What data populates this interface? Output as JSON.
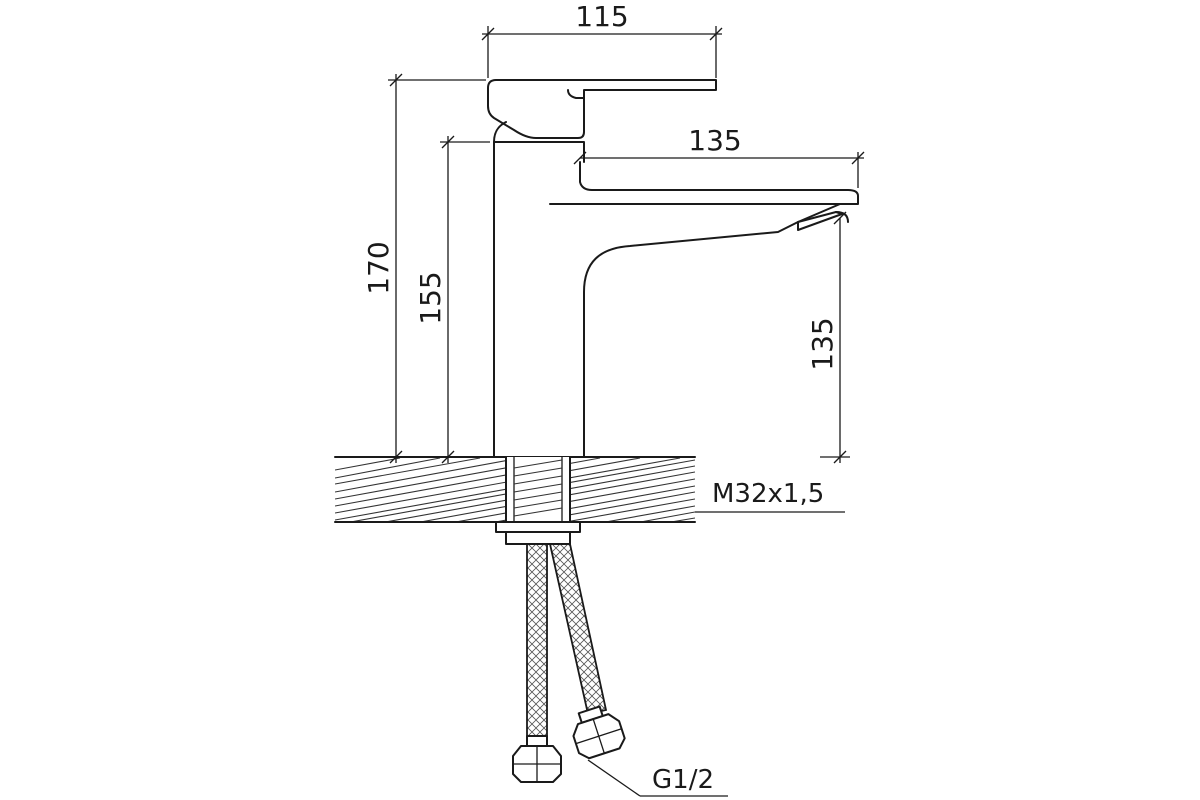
{
  "dimensions": {
    "handle_length": "115",
    "total_height": "170",
    "body_height": "155",
    "spout_length": "135",
    "spout_clearance": "135"
  },
  "labels": {
    "thread": "M32x1,5",
    "hose_connection": "G1/2"
  }
}
